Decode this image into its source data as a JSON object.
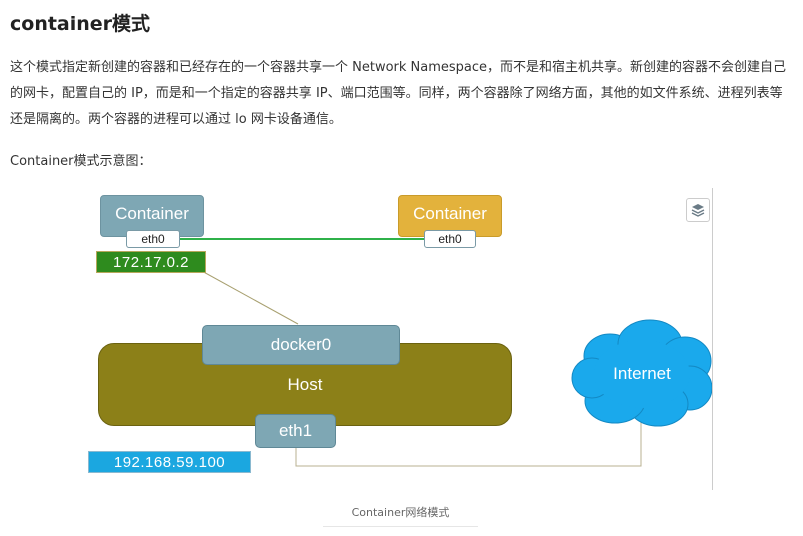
{
  "article": {
    "title": "container模式",
    "paragraph": "这个模式指定新创建的容器和已经存在的一个容器共享一个 Network Namespace，而不是和宿主机共享。新创建的容器不会创建自己的网卡，配置自己的 IP，而是和一个指定的容器共享 IP、端口范围等。同样，两个容器除了网络方面，其他的如文件系统、进程列表等还是隔离的。两个容器的进程可以通过 lo 网卡设备通信。",
    "diagram_label": "Container模式示意图："
  },
  "diagram": {
    "container_left": {
      "label": "Container",
      "eth": "eth0",
      "color": "#7ea7b4"
    },
    "container_right": {
      "label": "Container",
      "eth": "eth0",
      "color": "#e3b23c"
    },
    "container_ip": {
      "label": "172.17.0.2",
      "color": "#2e8b1e"
    },
    "docker0": {
      "label": "docker0"
    },
    "host": {
      "label": "Host",
      "color": "#8c8018"
    },
    "eth1": {
      "label": "eth1"
    },
    "host_ip": {
      "label": "192.168.59.100",
      "color": "#1ba7e0"
    },
    "internet": {
      "label": "Internet",
      "color": "#1aa9ec"
    },
    "link_color": "#2fb14a"
  },
  "caption": "Container网络模式",
  "icons": {
    "layers": "layers-icon"
  }
}
